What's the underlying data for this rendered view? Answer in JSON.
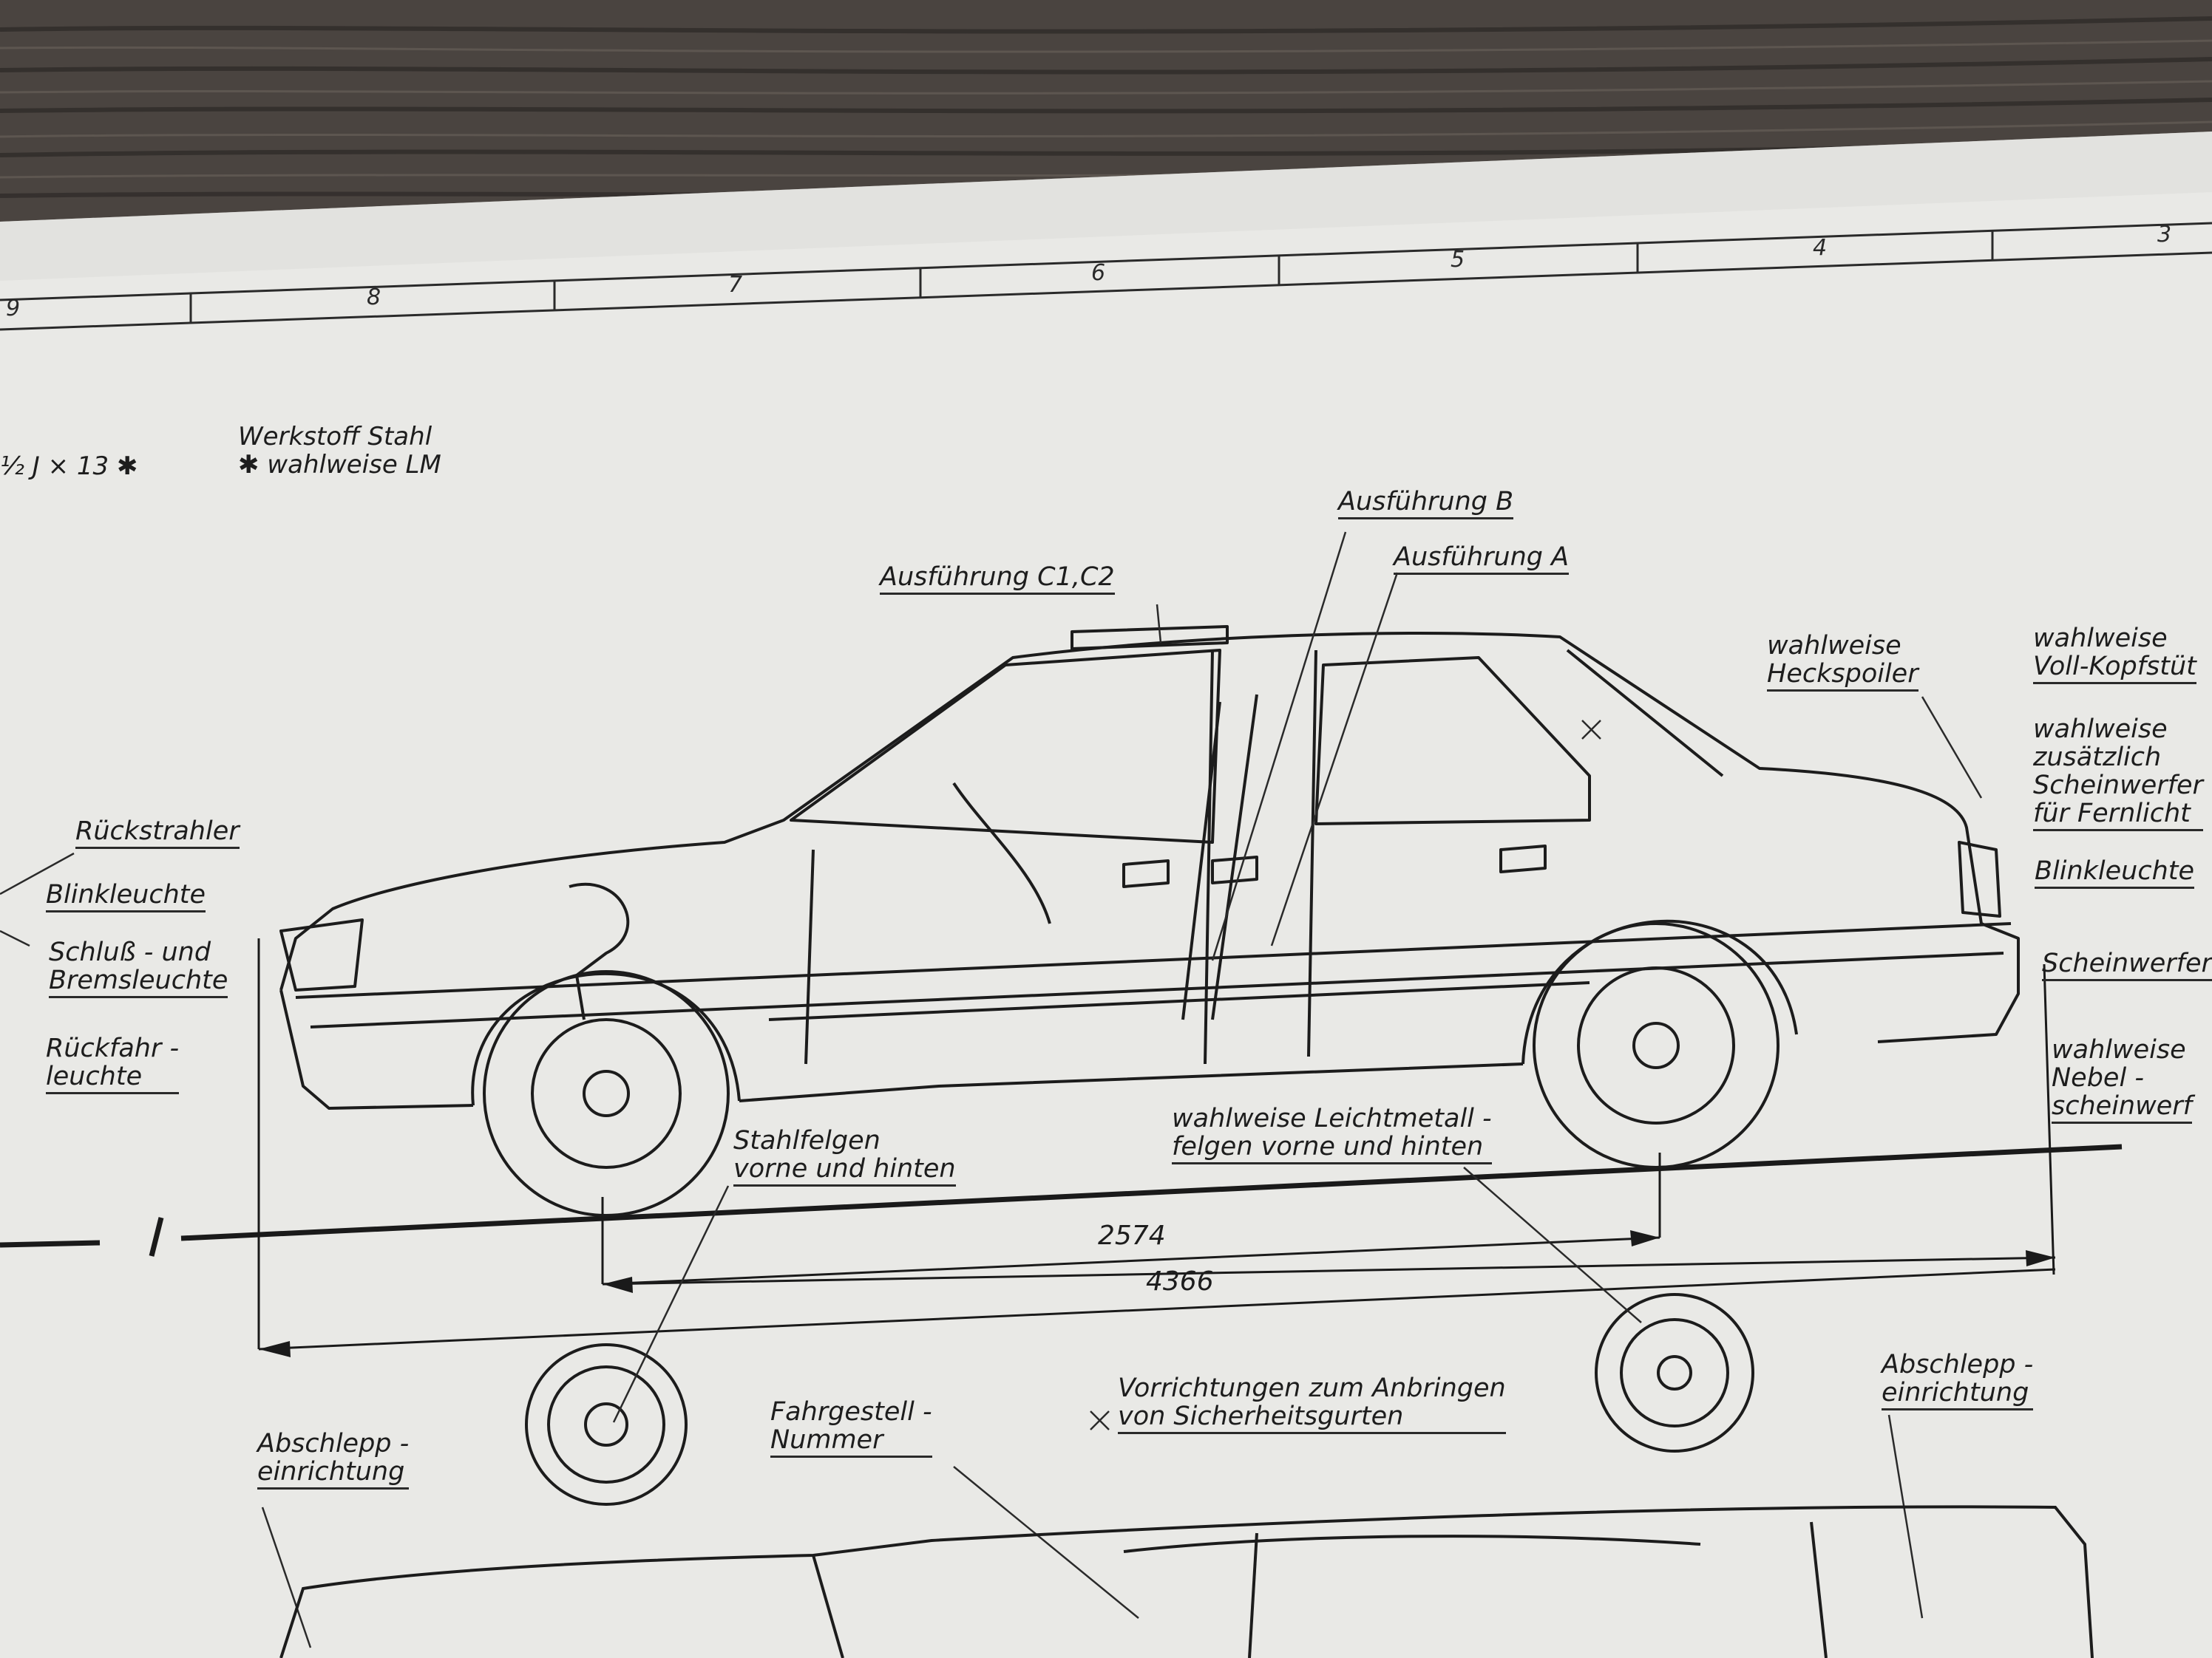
{
  "ruler_numbers": [
    "9",
    "8",
    "7",
    "6",
    "5",
    "4",
    "3"
  ],
  "material": {
    "rim_spec": "½ J × 13 ✱",
    "line1": "Werkstoff Stahl",
    "line2": "✱ wahlweise LM"
  },
  "labels": {
    "variant_c": "Ausführung C1,C2",
    "variant_b": "Ausführung B",
    "variant_a": "Ausführung A",
    "spoiler": [
      "wahlweise",
      "Heckspoiler"
    ],
    "headrest": [
      "wahlweise",
      "Voll-Kopfstüt"
    ],
    "extra_lights": [
      "wahlweise",
      "zusätzlich",
      "Scheinwerfer",
      "für Fernlicht"
    ],
    "indicator_right": "Blinkleuchte",
    "headlight": "Scheinwerfer",
    "fog_lights": [
      "wahlweise",
      "Nebel -",
      "scheinwerf"
    ],
    "reflector": "Rückstrahler",
    "indicator_left": "Blinkleuchte",
    "tail_brake": [
      "Schluß - und",
      "Bremsleuchte"
    ],
    "reverse": [
      "Rückfahr -",
      "leuchte"
    ],
    "steel_rims": [
      "Stahlfelgen",
      "vorne und hinten"
    ],
    "alloy_rims": [
      "wahlweise Leichtmetall -",
      "felgen vorne und hinten"
    ],
    "tow_left": [
      "Abschlepp -",
      "einrichtung"
    ],
    "chassis_no": [
      "Fahrgestell -",
      "Nummer"
    ],
    "belts": [
      "Vorrichtungen zum Anbringen",
      "von Sicherheitsgurten"
    ],
    "tow_right": [
      "Abschlepp -",
      "einrichtung"
    ]
  },
  "dimensions": {
    "wheelbase": "2574",
    "length": "4366"
  }
}
